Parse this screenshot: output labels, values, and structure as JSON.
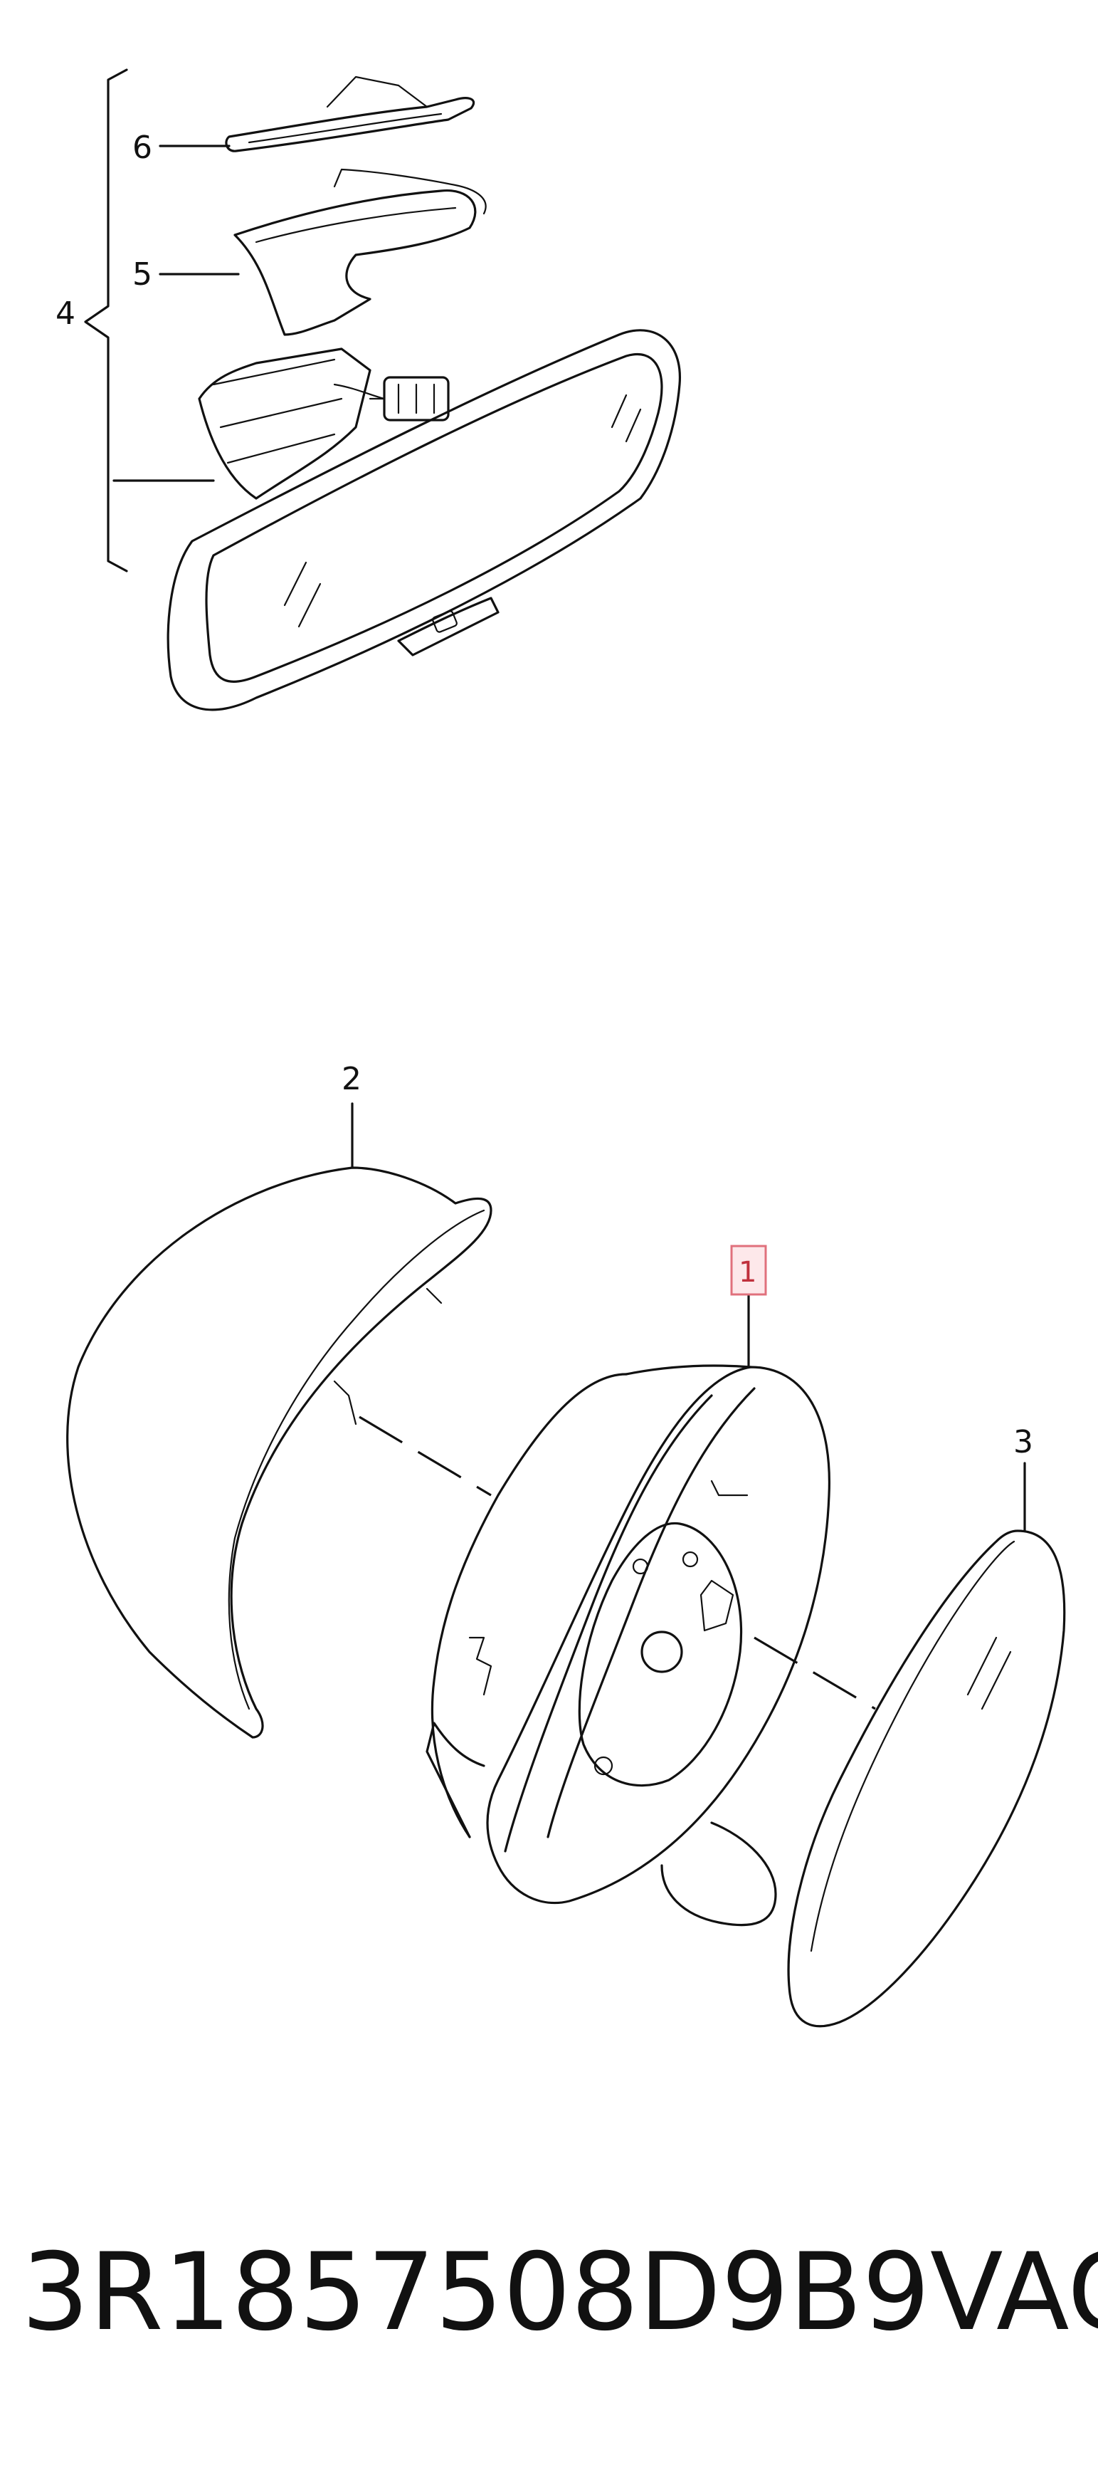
{
  "callouts": {
    "c1": "1",
    "c2": "2",
    "c3": "3",
    "c4": "4",
    "c5": "5",
    "c6": "6"
  },
  "highlight_color": "#e0707c",
  "footer": {
    "part_number": "3R1857508D9B9",
    "brand": "VAG"
  }
}
